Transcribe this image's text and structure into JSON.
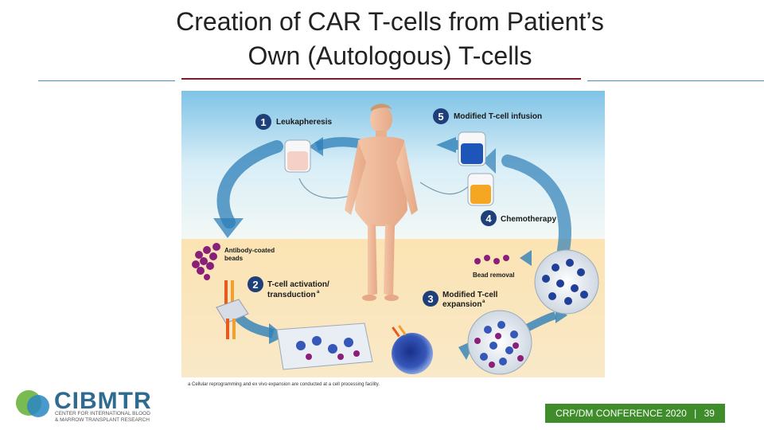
{
  "slide": {
    "title_line1": "Creation of CAR T-cells from Patient’s",
    "title_line2": "Own (Autologous) T-cells"
  },
  "diagram": {
    "step1": {
      "number": "1",
      "label": "Leukapheresis"
    },
    "step2": {
      "number": "2",
      "label_line1": "T-cell activation/",
      "label_line2": "transduction"
    },
    "step3": {
      "number": "3",
      "label_line1": "Modified T-cell",
      "label_line2": "expansion"
    },
    "step4": {
      "number": "4",
      "label": "Chemotherapy"
    },
    "step5": {
      "number": "5",
      "label": "Modified T-cell infusion"
    },
    "beads_label_line1": "Antibody-coated",
    "beads_label_line2": "beads",
    "bead_removal_label": "Bead removal",
    "superscript": "a",
    "footnote": "a Cellular reprogramming and ex vivo expansion are conducted at a cell processing facility."
  },
  "logo": {
    "name": "CIBMTR",
    "subtitle_line1": "Center for International Blood",
    "subtitle_line2": "& Marrow Transplant Research"
  },
  "footer": {
    "conference": "CRP/DM CONFERENCE 2020",
    "separator": "|",
    "page_number": "39"
  },
  "colors": {
    "title_rule": "#7a1c2a",
    "side_rules": "#4a8fc0",
    "arrow_blue": "#2e7fb8",
    "badge_green": "#3f8d2a",
    "step_circle": "#1f3f7a"
  }
}
